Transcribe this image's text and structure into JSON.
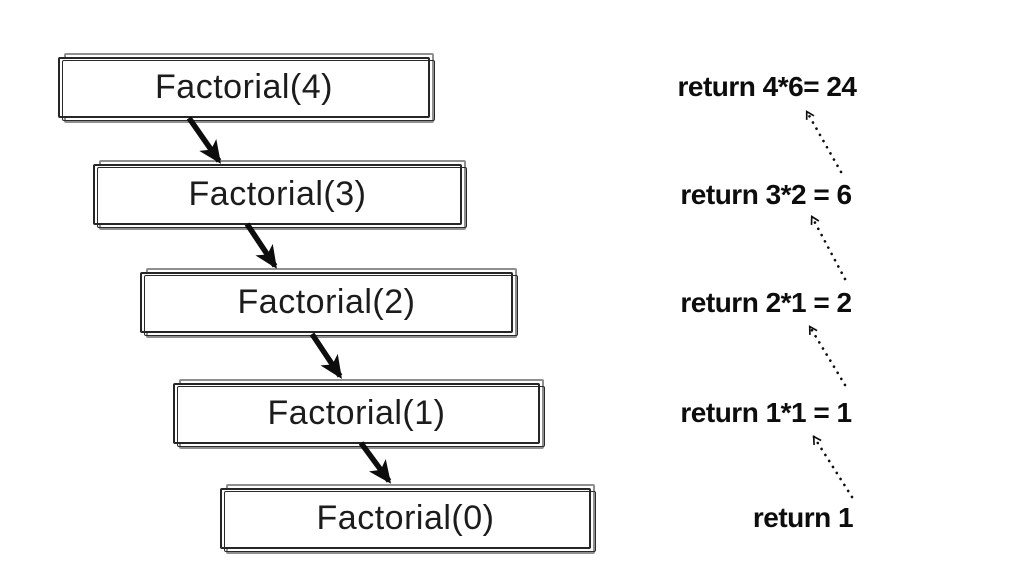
{
  "stack": {
    "frames": [
      {
        "label": "Factorial(4)",
        "return_label": "return 4*6= 24"
      },
      {
        "label": "Factorial(3)",
        "return_label": "return 3*2 = 6"
      },
      {
        "label": "Factorial(2)",
        "return_label": "return 2*1 = 2"
      },
      {
        "label": "Factorial(1)",
        "return_label": "return 1*1 = 1"
      },
      {
        "label": "Factorial(0)",
        "return_label": "return 1"
      }
    ]
  },
  "icons": {
    "call_arrow": "solid-arrow-down-right",
    "return_arrow": "dotted-arrow-up-left"
  },
  "colors": {
    "background": "#ffffff",
    "ink": "#0d0d0d",
    "frame_dark": "#262626",
    "frame_gray": "#8f8f8f"
  }
}
